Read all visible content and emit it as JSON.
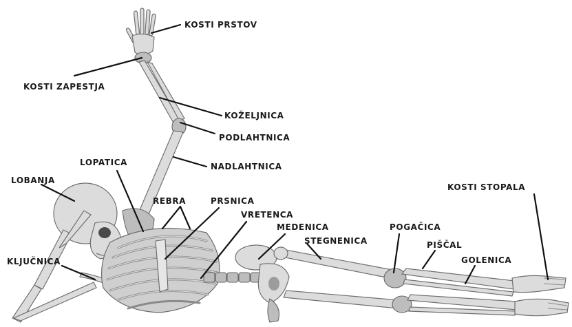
{
  "labels": {
    "kosti_prstov": "KOSTI PRSTOV",
    "kosti_zapestja": "KOSTI ZAPESTJA",
    "kozeljnica": "KOŽELJNICA",
    "podlahtnica": "PODLAHTNICA",
    "nadlahtnica": "NADLAHTNICA",
    "lopatica": "LOPATICA",
    "lobanja": "LOBANJA",
    "rebra": "REBRA",
    "prsnica": "PRSNICA",
    "vretenca": "VRETENCA",
    "medenica": "MEDENICA",
    "pogacica": "POGAČICA",
    "stegnenica": "STEGNENICA",
    "piscal": "PIŠČAL",
    "golenica": "GOLENICA",
    "kosti_stopala": "KOSTI STOPALA",
    "kljucnica": "KLJUČNICA"
  }
}
